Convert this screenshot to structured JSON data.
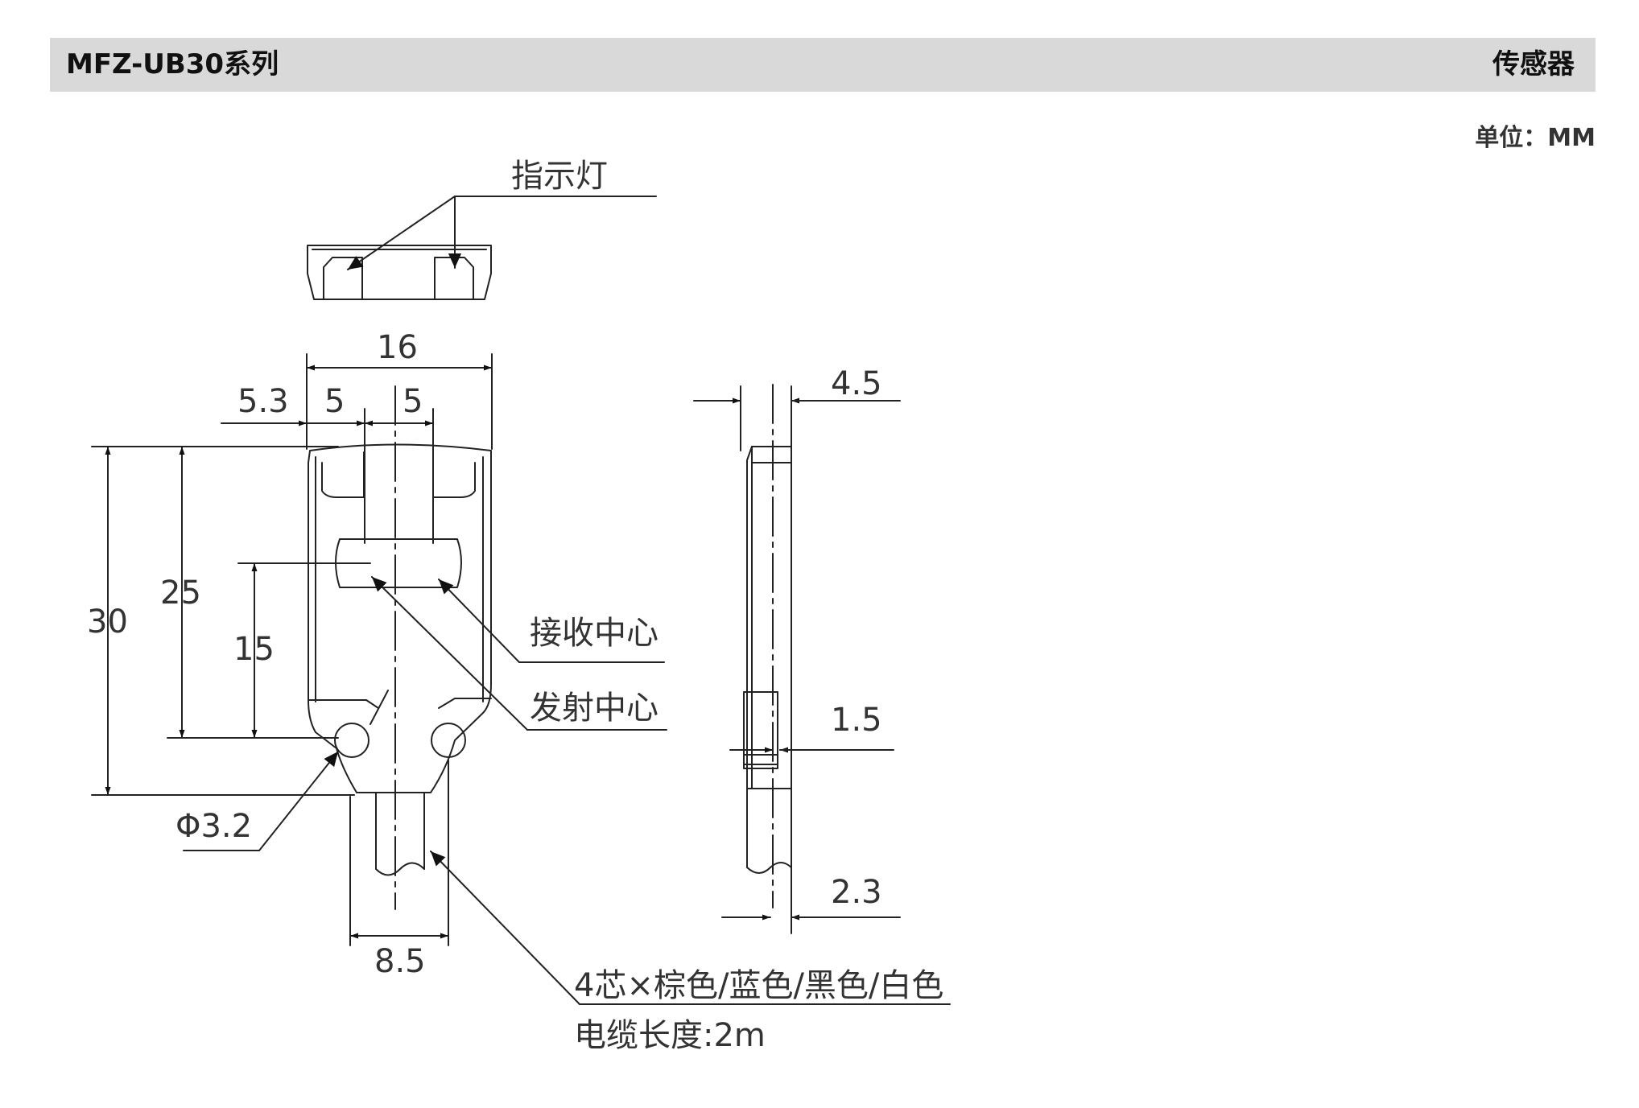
{
  "header": {
    "series": "MFZ-UB30系列",
    "category": "传感器"
  },
  "unit": "单位：MM",
  "labels": {
    "indicator": "指示灯",
    "receiver_center": "接收中心",
    "emitter_center": "发射中心",
    "cable_line1": "4芯×棕色/蓝色/黑色/白色",
    "cable_line2": "电缆长度:2m"
  },
  "dimensions": {
    "width": "16",
    "offset": "5.3",
    "left_spacing": "5",
    "right_spacing": "5",
    "height": "30",
    "hole_height": "25",
    "center_height": "15",
    "hole_diameter": "Φ3.2",
    "cable_spacing": "8.5",
    "thickness": "4.5",
    "step": "1.5",
    "cable_thickness": "2.3"
  }
}
